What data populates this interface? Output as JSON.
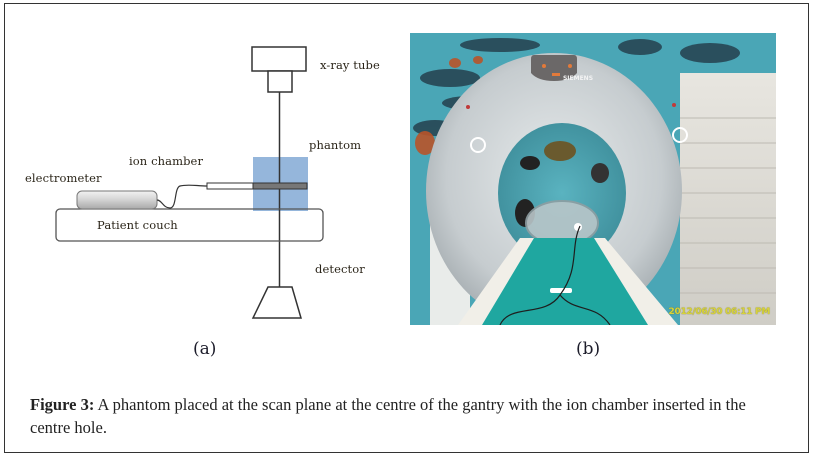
{
  "figure": {
    "number_label": "Figure 3:",
    "caption_text": " A phantom placed at the scan plane at the centre of the gantry with the ion chamber inserted in the centre hole."
  },
  "panel_a": {
    "sublabel": "(a)",
    "labels": {
      "xray_tube": "x-ray tube",
      "phantom": "phantom",
      "ion_chamber": "ion chamber",
      "electrometer": "electrometer",
      "patient_couch": "Patient couch",
      "detector": "detector"
    },
    "colors": {
      "phantom_fill": "#8fb2d9",
      "line": "#333333"
    }
  },
  "panel_b": {
    "sublabel": "(b)",
    "photo_description": "CT scanner gantry with phantom on patient couch",
    "brand_text": "SIEMENS",
    "timestamp": "2012/06/30 06:11 PM",
    "colors": {
      "wall": "#4aa6b6",
      "gantry": "#c9cfd1",
      "couch_mat": "#1fa7a0",
      "timestamp": "#d7d23a"
    }
  }
}
